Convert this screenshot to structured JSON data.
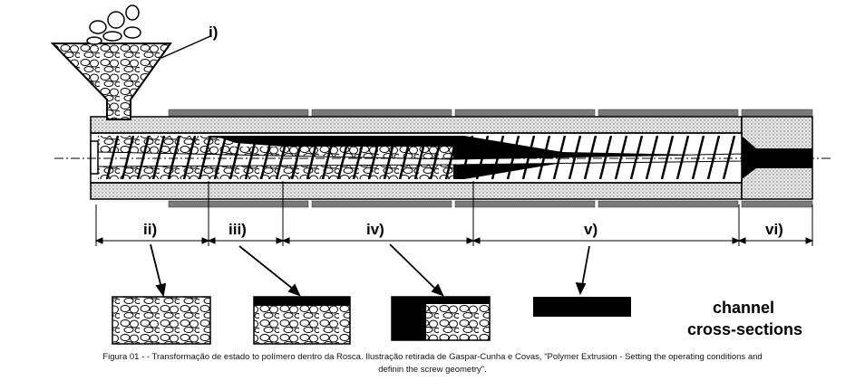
{
  "labels": {
    "i": "i)",
    "ii": "ii)",
    "iii": "iii)",
    "iv": "iv)",
    "v": "v)",
    "vi": "vi)"
  },
  "cross_sections_label": {
    "line1": "channel",
    "line2": "cross-sections"
  },
  "caption": {
    "line1": "Figura 01 -  - Transformação de estado to polímero dentro da Rosca.  Ilustração retirada de Gaspar-Cunha e Covas, \"Polymer Extrusion - Setting the operating conditions and",
    "line2": "definin the screw geometry\"."
  },
  "colors": {
    "ink": "#000000",
    "heater": "#7a7a7a",
    "barrel_fill": "#d9d9d9",
    "background": "#ffffff"
  }
}
